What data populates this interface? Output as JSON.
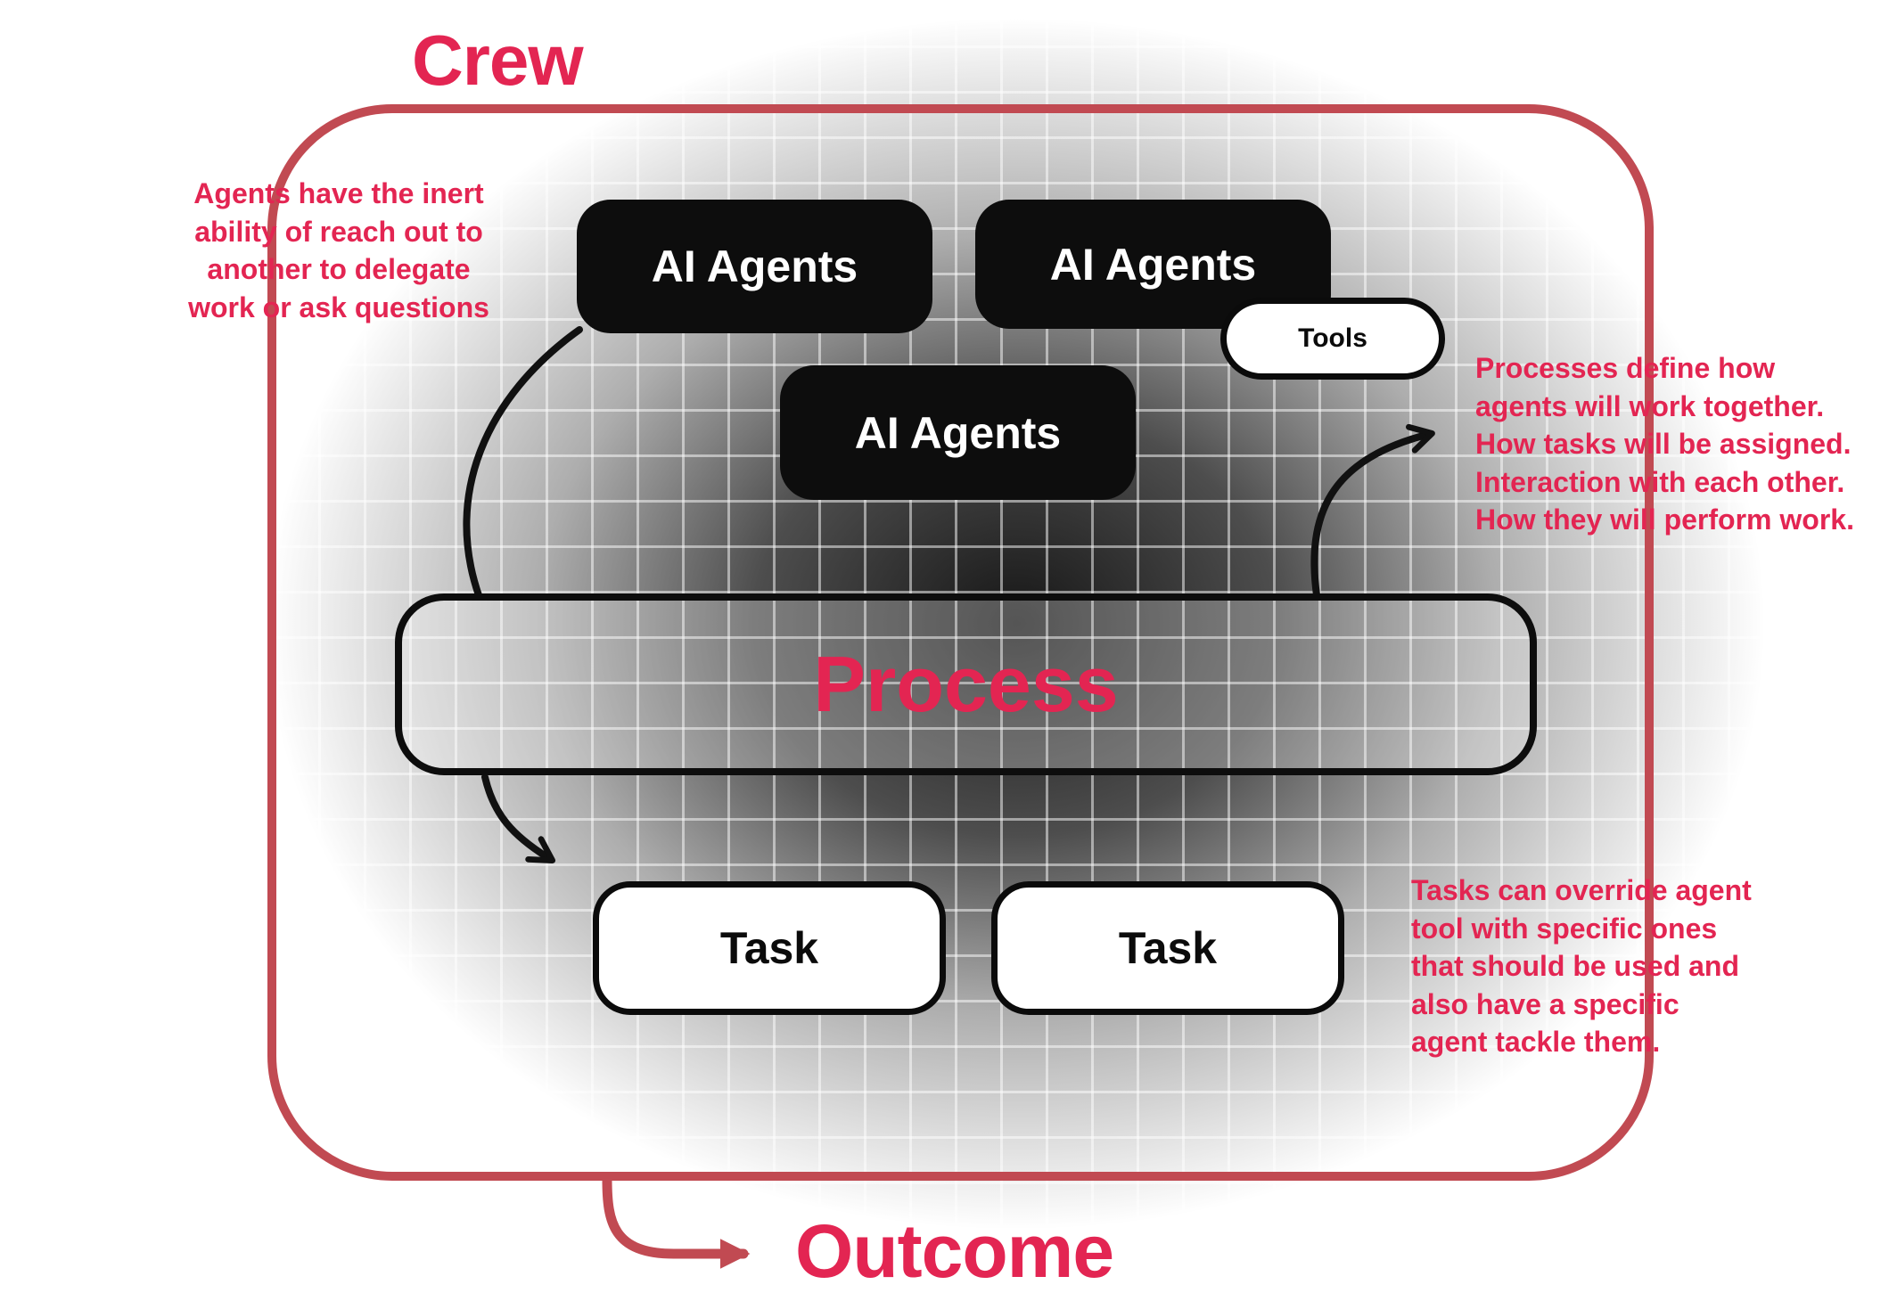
{
  "diagram": {
    "title": "Crew",
    "outcome_label": "Outcome",
    "nodes": {
      "agents": [
        "AI Agents",
        "AI Agents",
        "AI Agents"
      ],
      "tools": "Tools",
      "process": "Process",
      "tasks": [
        "Task",
        "Task"
      ]
    },
    "annotations": {
      "left": {
        "lines": [
          "Agents have the inert",
          "ability of reach out to",
          "another to delegate",
          "work or ask questions"
        ]
      },
      "right_top": {
        "lines": [
          "Processes define how",
          "agents will work together.",
          "How tasks will be assigned.",
          "Interaction with each other.",
          "How they will perform work."
        ]
      },
      "right_bottom": {
        "lines": [
          "Tasks can override agent",
          "tool with specific ones",
          "that should be used and",
          "also have a specific",
          "agent tackle them."
        ]
      }
    },
    "colors": {
      "accent_text": "#e32552",
      "border_red": "#c14a52",
      "node_black": "#0d0d0d"
    }
  }
}
